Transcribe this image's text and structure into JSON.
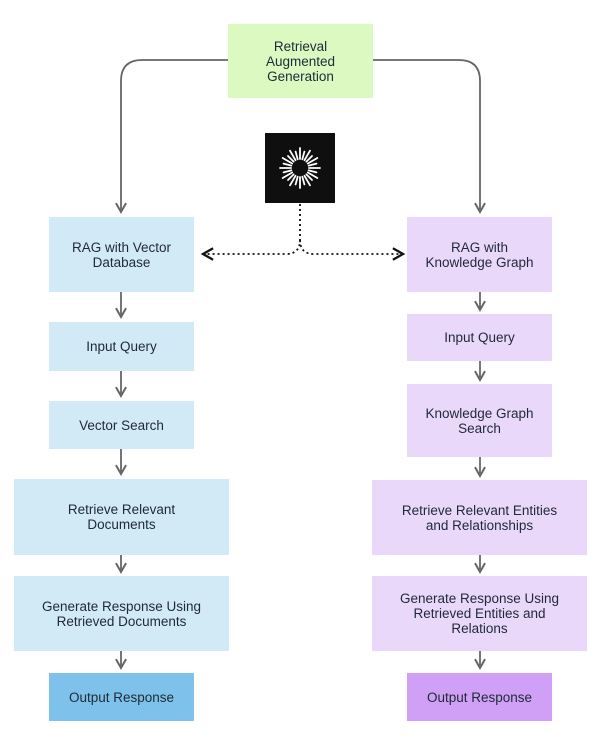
{
  "root": {
    "label": "Retrieval\nAugmented\nGeneration"
  },
  "left": {
    "title": "RAG with Vector\nDatabase",
    "steps": [
      "Input Query",
      "Vector Search",
      "Retrieve Relevant\nDocuments",
      "Generate Response Using\nRetrieved Documents"
    ],
    "output": "Output Response"
  },
  "right": {
    "title": "RAG with\nKnowledge Graph",
    "steps": [
      "Input Query",
      "Knowledge Graph\nSearch",
      "Retrieve Relevant Entities\nand Relationships",
      "Generate Response Using\nRetrieved Entities and\nRelations"
    ],
    "output": "Output Response"
  },
  "colors": {
    "root": "#dcf9c2",
    "left_box": "#d2e9f6",
    "left_output": "#7ec1ea",
    "right_box": "#ead8fb",
    "right_output": "#d0a0f6",
    "arrow": "#666666"
  },
  "icons": {
    "logo": "sunburst-logo-icon"
  }
}
